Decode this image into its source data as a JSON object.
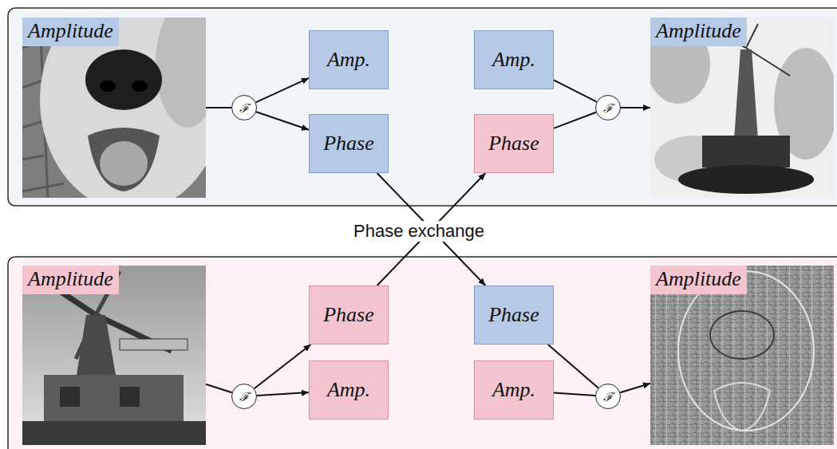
{
  "diagram": {
    "nodes": [
      {
        "text": [
          "Amplitude"
        ]
      },
      {
        "text": [
          "ℱ"
        ]
      },
      {
        "text": [
          "Amp."
        ]
      },
      {
        "text": [
          "Phase"
        ]
      },
      {
        "text": [
          "Amp."
        ]
      },
      {
        "text": [
          "Phase"
        ]
      },
      {
        "text": [
          "ℱ"
        ]
      },
      {
        "text": [
          "Amplitude"
        ]
      },
      {
        "text": [
          "Amplitude"
        ]
      },
      {
        "text": [
          "ℱ"
        ]
      },
      {
        "text": [
          "Phase"
        ]
      },
      {
        "text": [
          "Amp."
        ]
      },
      {
        "text": [
          "Phase"
        ]
      },
      {
        "text": [
          "Amp."
        ]
      },
      {
        "text": [
          "ℱ"
        ]
      },
      {
        "text": [
          "Amplitude"
        ]
      }
    ],
    "edges": [
      {
        "from": 0,
        "to": 1,
        "arrow": "none"
      },
      {
        "from": 1,
        "to": 2,
        "arrow": "to"
      },
      {
        "from": 1,
        "to": 3,
        "arrow": "to"
      },
      {
        "from": 3,
        "to": 12,
        "arrow": "to"
      },
      {
        "from": 4,
        "to": 6,
        "arrow": "none"
      },
      {
        "from": 5,
        "to": 6,
        "arrow": "none"
      },
      {
        "from": 6,
        "to": 7,
        "arrow": "to"
      },
      {
        "from": 8,
        "to": 9,
        "arrow": "none"
      },
      {
        "from": 9,
        "to": 10,
        "arrow": "to"
      },
      {
        "from": 9,
        "to": 11,
        "arrow": "to"
      },
      {
        "from": 10,
        "to": 5,
        "arrow": "to"
      },
      {
        "from": 12,
        "to": 14,
        "arrow": "none"
      },
      {
        "from": 13,
        "to": 14,
        "arrow": "none"
      },
      {
        "from": 14,
        "to": 15,
        "arrow": "to"
      }
    ],
    "labels": [
      "Phase exchange"
    ]
  }
}
